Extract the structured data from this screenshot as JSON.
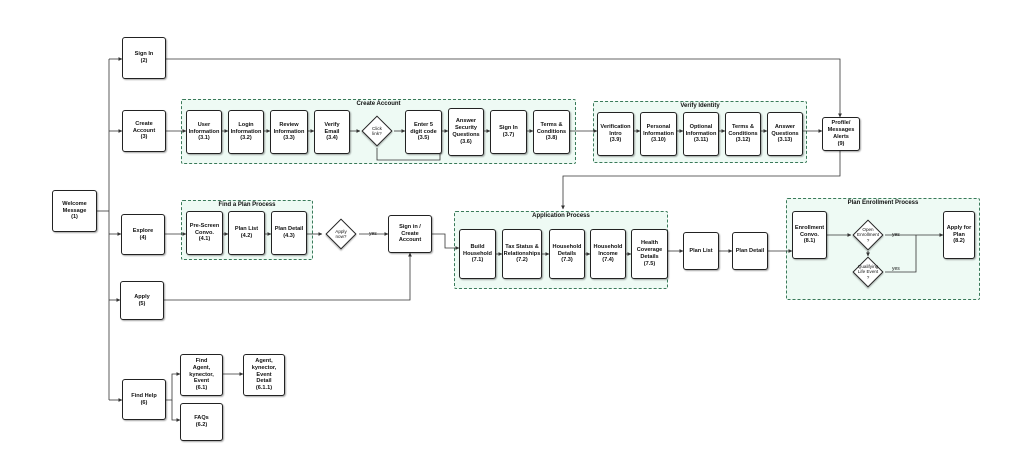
{
  "nodes": {
    "welcome": "Welcome\nMessage\n(1)",
    "sign_in": "Sign In\n(2)",
    "create_account": "Create\nAccount\n(3)",
    "explore": "Explore\n(4)",
    "apply": "Apply\n(5)",
    "find_help": "Find Help\n(6)",
    "user_info": "User\nInformation\n(3.1)",
    "login_info": "Login\nInformation\n(3.2)",
    "review_info": "Review\nInformation\n(3.3)",
    "verify_email": "Verify\nEmail\n(3.4)",
    "click_link": "Click\nlink?",
    "enter_code": "Enter 5\ndigit code\n(3.5)",
    "security_q": "Answer\nSecurity\nQuestions\n(3.6)",
    "sign_in_37": "Sign In\n(3.7)",
    "terms_38": "Terms &\nConditions\n(3.8)",
    "verification_intro": "Verification\nIntro\n(3.9)",
    "personal_info": "Personal\nInformation\n(3.10)",
    "optional_info": "Optional\nInformation\n(3.11)",
    "terms_312": "Terms &\nConditions\n(3.12)",
    "answer_q": "Answer\nQuestions\n(3.13)",
    "profile": "Profile/\nMessages\nAlerts\n(9)",
    "prescreen": "Pre-Screen\nConvo.\n(4.1)",
    "plan_list_42": "Plan List\n(4.2)",
    "plan_detail_43": "Plan Detail\n(4.3)",
    "apply_now": "Apply\nnow?",
    "yes_apply": "yes",
    "signin_create": "Sign in /\nCreate\nAccount",
    "build_household": "Build\nHousehold\n(7.1)",
    "tax_status": "Tax Status &\nRelationships\n(7.2)",
    "household_details": "Household\nDetails\n(7.3)",
    "household_income": "Household\nIncome\n(7.4)",
    "health_coverage": "Health\nCoverage\nDetails\n(7.5)",
    "plan_list": "Plan List",
    "plan_detail": "Plan Detail",
    "enrollment_convo": "Enrollment\nConvo.\n(8.1)",
    "open_enrollment": "Open\nEnrollment\n?",
    "qualifying": "Qualifying\nLife Event\n?",
    "yes_open": "yes",
    "yes_qual": "yes",
    "apply_plan": "Apply for\nPlan\n(8.2)",
    "find_agent": "Find\nAgent,\nkynector,\nEvent\n(6.1)",
    "agent_detail": "Agent,\nkynector,\nEvent\nDetail\n(6.1.1)",
    "faqs": "FAQs\n(6.2)"
  },
  "groups": {
    "create_account": "Create Account",
    "verify_identity": "Verify Identity",
    "find_plan": "Find a Plan Process",
    "application": "Application Process",
    "plan_enrollment": "Plan Enrollment Process"
  },
  "colors": {
    "group_fill": "#eefaf4",
    "group_border": "#3a7a5a",
    "line": "#333333"
  }
}
